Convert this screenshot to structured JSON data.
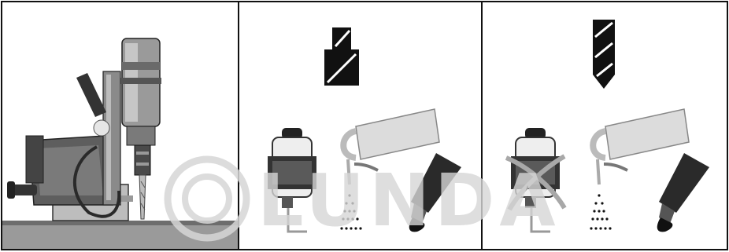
{
  "watermark": {
    "text": "LUNDA",
    "logo_icon": "circle-c-logo-icon"
  },
  "panels": [
    {
      "name": "magnetic-drill-panel",
      "icon": "magnetic-drill-press-icon"
    },
    {
      "name": "step-drill-bit-panel",
      "icon": "step-drill-bit-icon",
      "items": [
        "coolant-bottle-icon",
        "spray-can-icon",
        "cutting-paste-tube-icon"
      ]
    },
    {
      "name": "twist-drill-bit-panel",
      "icon": "twist-drill-bit-icon",
      "crossed_item": "coolant-bottle-icon",
      "items": [
        "spray-can-icon",
        "cutting-paste-tube-icon"
      ]
    }
  ],
  "colors": {
    "outline": "#111111",
    "watermark": "#d6d6d6",
    "tool_body": "#6e6e6e",
    "can_grey": "#dcdcdc"
  }
}
